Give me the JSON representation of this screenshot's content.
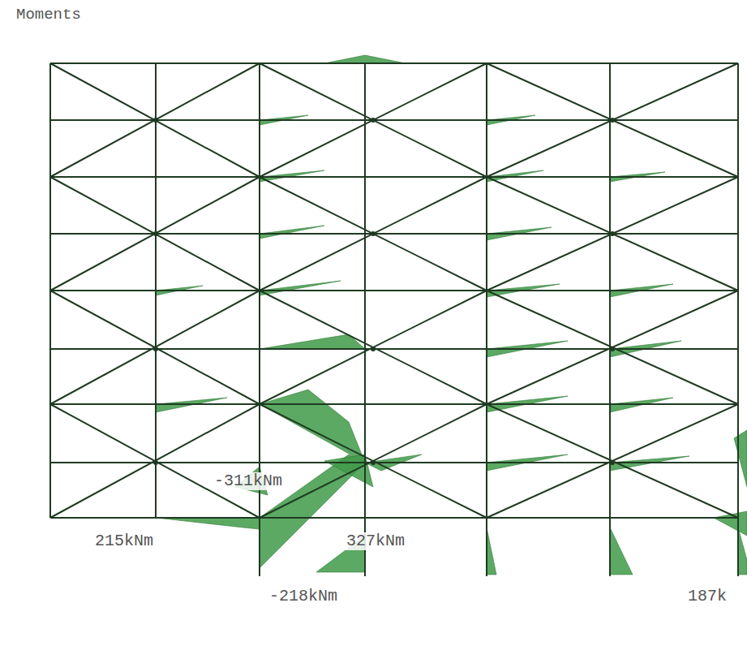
{
  "diagram": {
    "title": "Moments",
    "labels": [
      "215kNm",
      "-311kNm",
      "327kNm",
      "-218kNm",
      "187k"
    ]
  }
}
